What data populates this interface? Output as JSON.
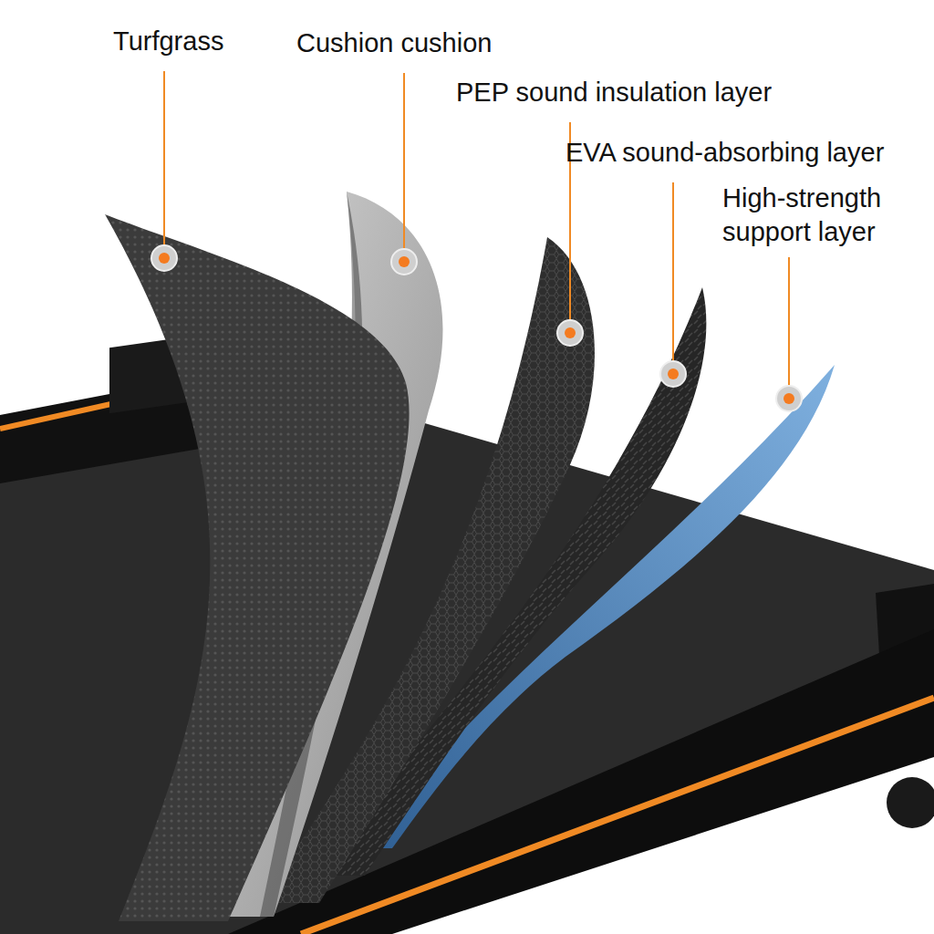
{
  "diagram": {
    "labels": [
      "Turfgrass",
      "Cushion cushion",
      "PEP sound insulation layer",
      "EVA sound-absorbing layer",
      "High-strength support layer"
    ]
  }
}
